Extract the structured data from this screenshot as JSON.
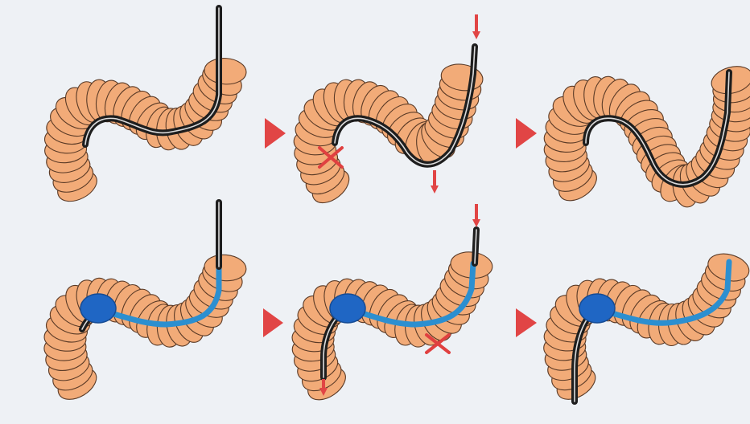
{
  "colors": {
    "background": "#eef1f5",
    "colon_fill": "#f2ab78",
    "colon_outline": "#5a3a26",
    "scope": "#1e1e1e",
    "scope_highlight": "#dcdcdc",
    "overtube": "#2c8fd0",
    "balloon": "#1f66c4",
    "arrow": "#e14545",
    "cross": "#e04040"
  },
  "icons": {
    "step_arrow": "right-triangle-icon",
    "push_arrow": "down-arrow-icon",
    "cross": "x-mark-icon",
    "balloon": "balloon-icon"
  },
  "rows": [
    {
      "id": "scope-only",
      "panels": [
        {
          "id": "initial",
          "marks": []
        },
        {
          "id": "push-forms-loop",
          "marks": [
            "push-arrow-top",
            "push-arrow-down",
            "cross"
          ]
        },
        {
          "id": "loop-stretched",
          "marks": []
        }
      ]
    },
    {
      "id": "with-balloon-overtube",
      "panels": [
        {
          "id": "balloon-anchored",
          "marks": []
        },
        {
          "id": "scope-advanced",
          "marks": [
            "push-arrow-top",
            "push-arrow-tip",
            "cross"
          ]
        },
        {
          "id": "colon-straightened",
          "marks": []
        }
      ]
    }
  ]
}
